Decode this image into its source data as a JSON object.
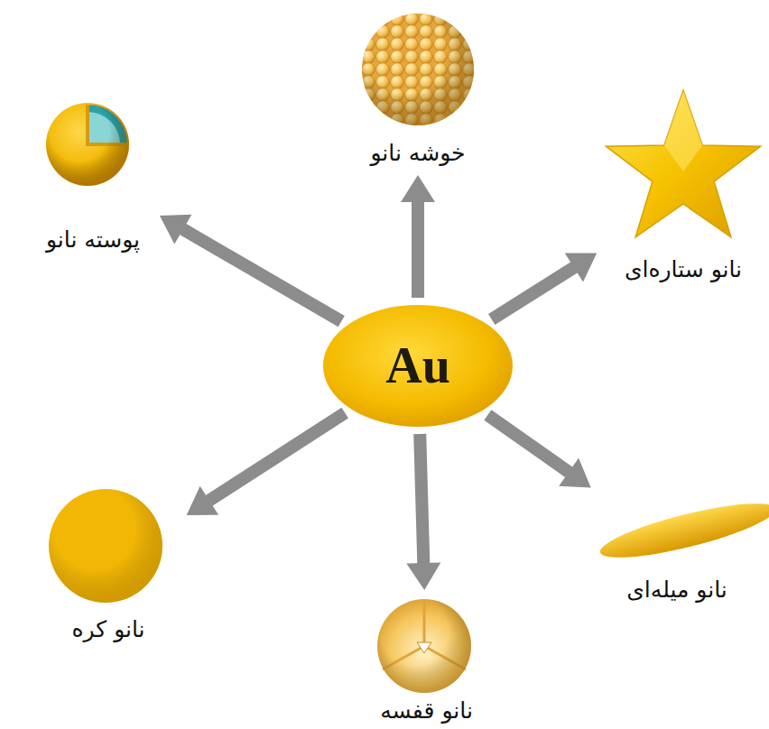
{
  "diagram": {
    "nodes": [
      {
        "text": [
          "Au"
        ]
      },
      {
        "text": [
          "خوشه نانو"
        ]
      },
      {
        "text": [
          "نانو ستاره‌ای"
        ]
      },
      {
        "text": [
          "نانو میله‌ای"
        ]
      },
      {
        "text": [
          "نانو قفسه"
        ]
      },
      {
        "text": [
          "نانو کره"
        ]
      },
      {
        "text": [
          "پوسته نانو"
        ]
      }
    ],
    "edges": [
      {
        "from": 0,
        "to": 1,
        "arrow": "to"
      },
      {
        "from": 0,
        "to": 2,
        "arrow": "to"
      },
      {
        "from": 0,
        "to": 3,
        "arrow": "to"
      },
      {
        "from": 0,
        "to": 4,
        "arrow": "to"
      },
      {
        "from": 0,
        "to": 5,
        "arrow": "to"
      },
      {
        "from": 0,
        "to": 6,
        "arrow": "to"
      }
    ]
  }
}
